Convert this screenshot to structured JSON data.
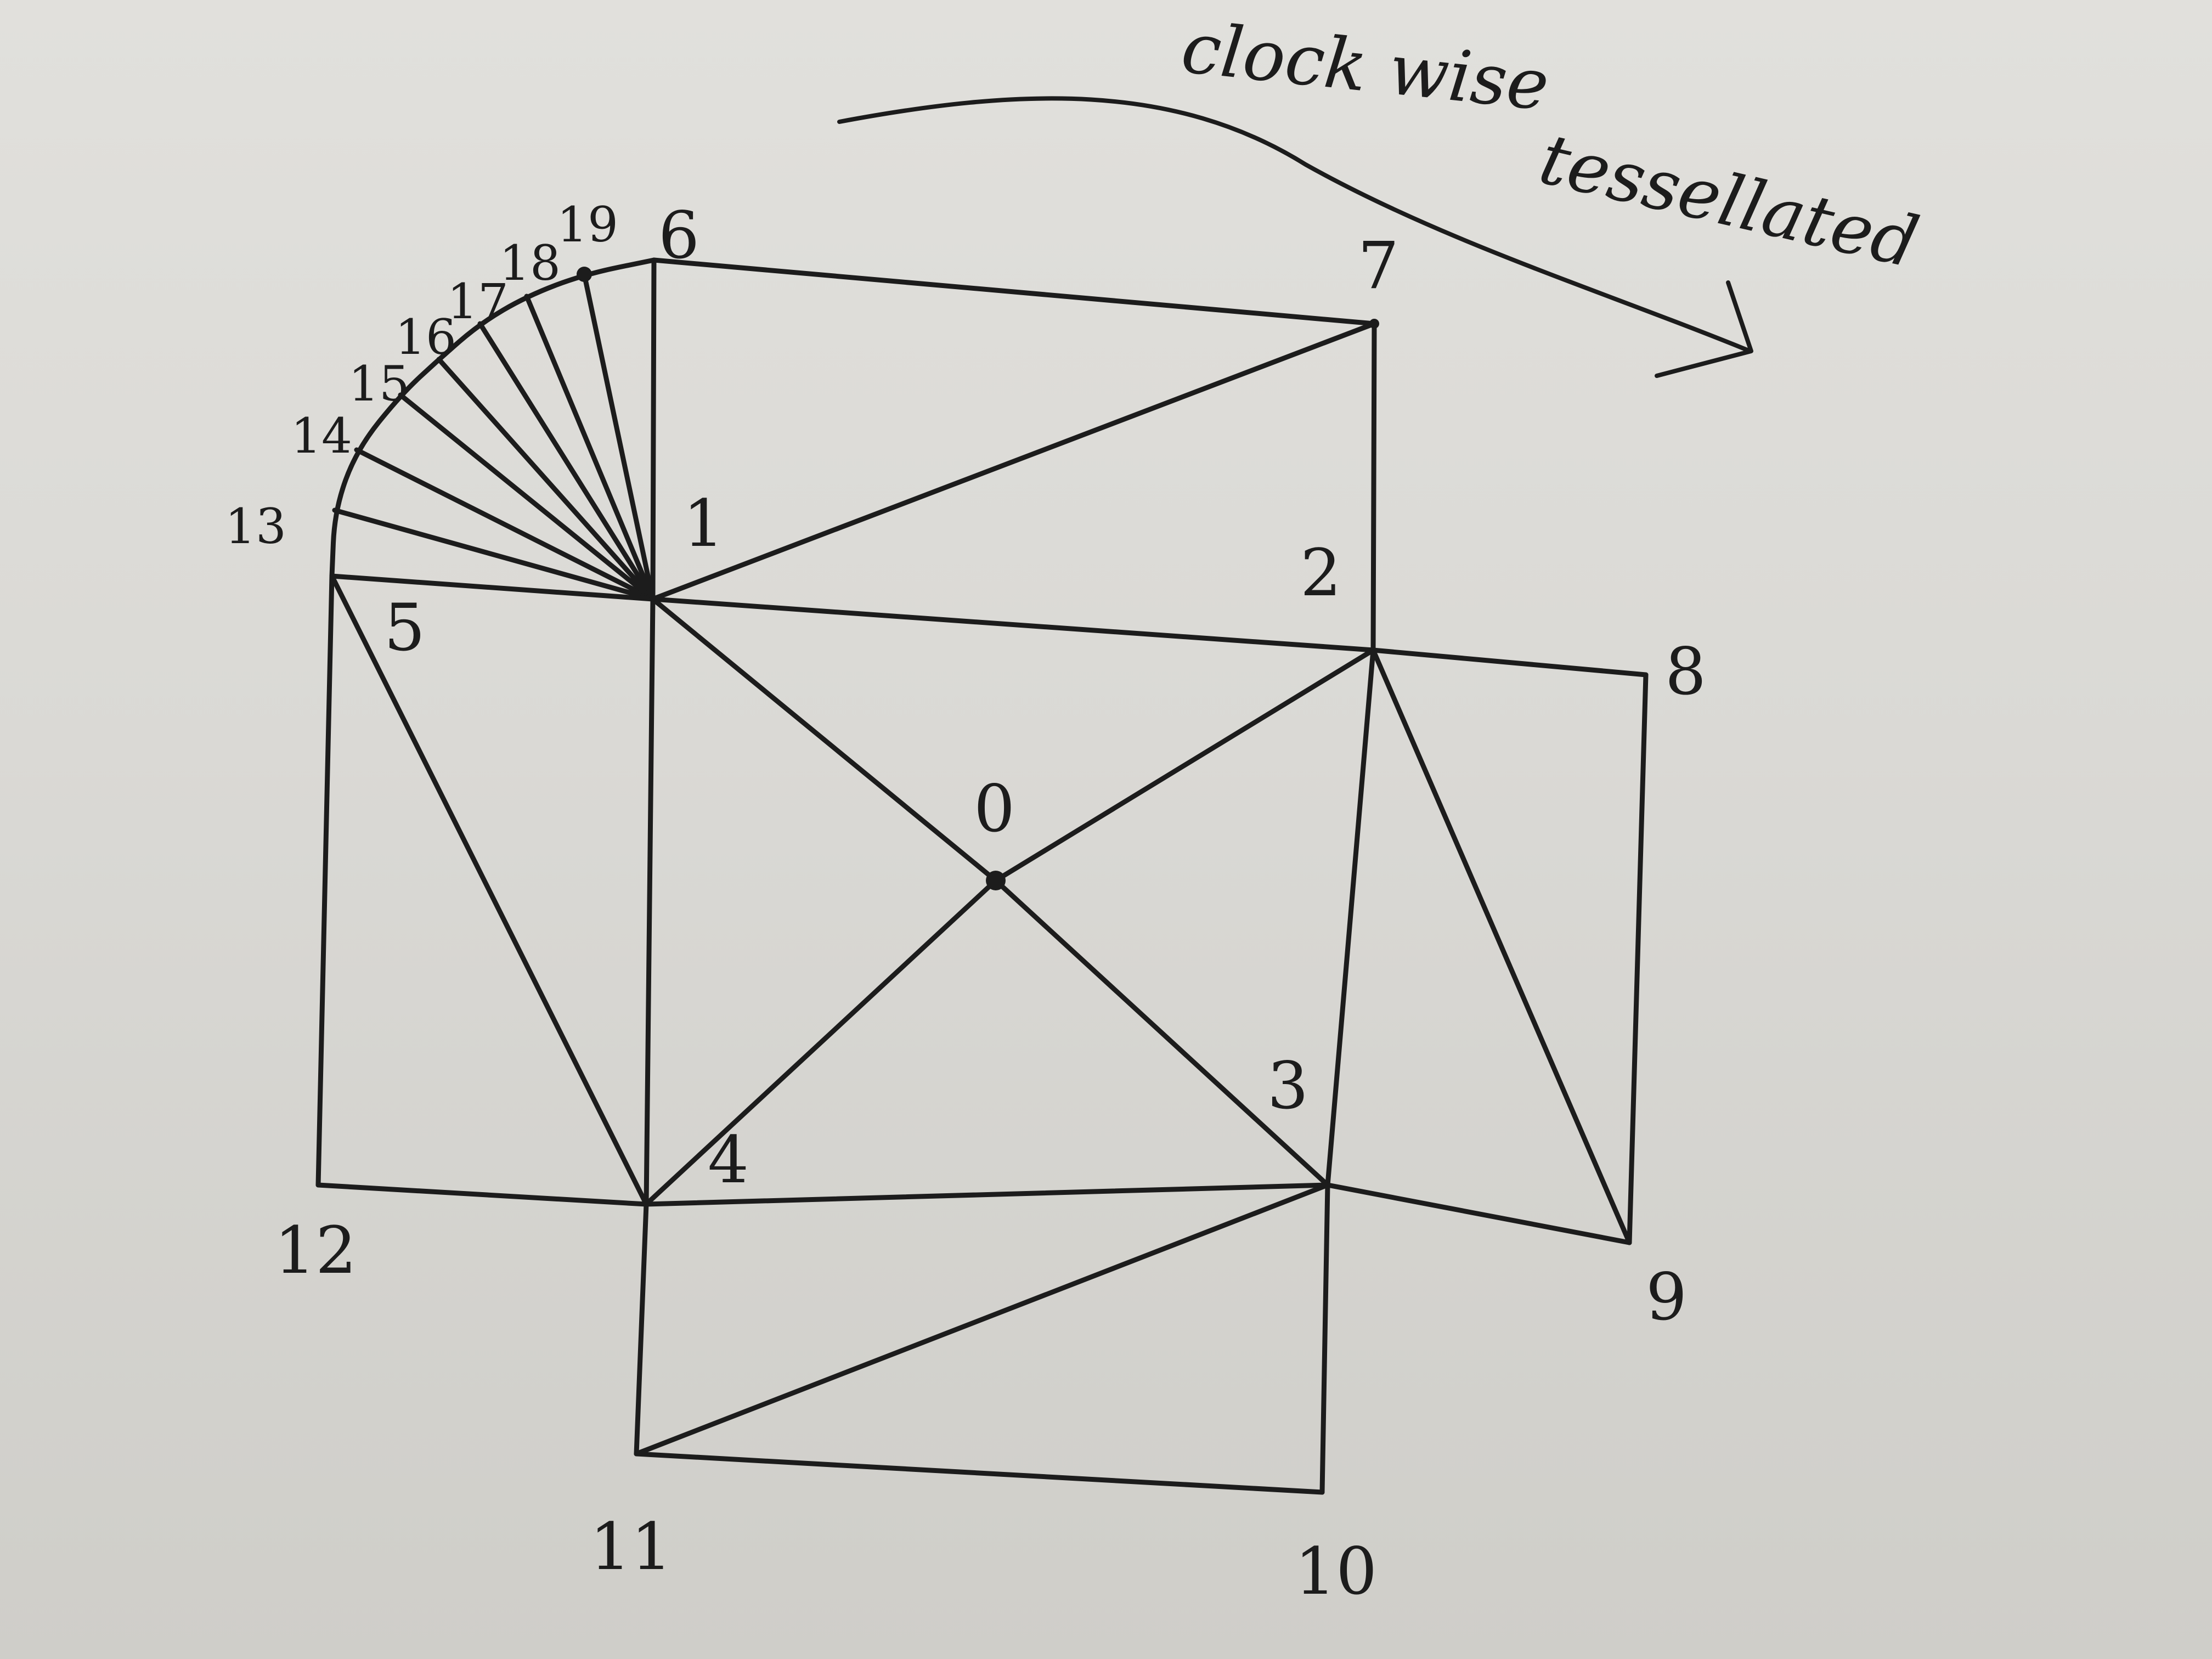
{
  "annotation": {
    "line1": "clock wise",
    "line2": "tessellated"
  },
  "vertices": [
    {
      "id": "0",
      "label": "0"
    },
    {
      "id": "1",
      "label": "1"
    },
    {
      "id": "2",
      "label": "2"
    },
    {
      "id": "3",
      "label": "3"
    },
    {
      "id": "4",
      "label": "4"
    },
    {
      "id": "5",
      "label": "5"
    },
    {
      "id": "6",
      "label": "6"
    },
    {
      "id": "7",
      "label": "7"
    },
    {
      "id": "8",
      "label": "8"
    },
    {
      "id": "9",
      "label": "9"
    },
    {
      "id": "10",
      "label": "10"
    },
    {
      "id": "11",
      "label": "11"
    },
    {
      "id": "12",
      "label": "12"
    },
    {
      "id": "13",
      "label": "13"
    },
    {
      "id": "14",
      "label": "14"
    },
    {
      "id": "15",
      "label": "15"
    },
    {
      "id": "16",
      "label": "16"
    },
    {
      "id": "17",
      "label": "17"
    },
    {
      "id": "18",
      "label": "18"
    },
    {
      "id": "19",
      "label": "19"
    }
  ],
  "edges": [
    [
      "1",
      "2"
    ],
    [
      "2",
      "3"
    ],
    [
      "3",
      "4"
    ],
    [
      "4",
      "1"
    ],
    [
      "1",
      "0"
    ],
    [
      "0",
      "3"
    ],
    [
      "2",
      "0"
    ],
    [
      "0",
      "4"
    ],
    [
      "1",
      "6"
    ],
    [
      "6",
      "7"
    ],
    [
      "7",
      "2"
    ],
    [
      "1",
      "7"
    ],
    [
      "2",
      "8"
    ],
    [
      "8",
      "9"
    ],
    [
      "9",
      "3"
    ],
    [
      "2",
      "9"
    ],
    [
      "3",
      "10"
    ],
    [
      "10",
      "11"
    ],
    [
      "11",
      "4"
    ],
    [
      "3",
      "11"
    ],
    [
      "4",
      "12"
    ],
    [
      "12",
      "5"
    ],
    [
      "5",
      "1"
    ],
    [
      "5",
      "4"
    ],
    [
      "1",
      "13"
    ],
    [
      "1",
      "14"
    ],
    [
      "1",
      "15"
    ],
    [
      "1",
      "16"
    ],
    [
      "1",
      "17"
    ],
    [
      "1",
      "18"
    ],
    [
      "1",
      "19"
    ]
  ],
  "arc": [
    "5",
    "13",
    "14",
    "15",
    "16",
    "17",
    "18",
    "19",
    "6"
  ],
  "colors": {
    "ink": "#1c1c1c",
    "paper": "#dcdbd7"
  }
}
